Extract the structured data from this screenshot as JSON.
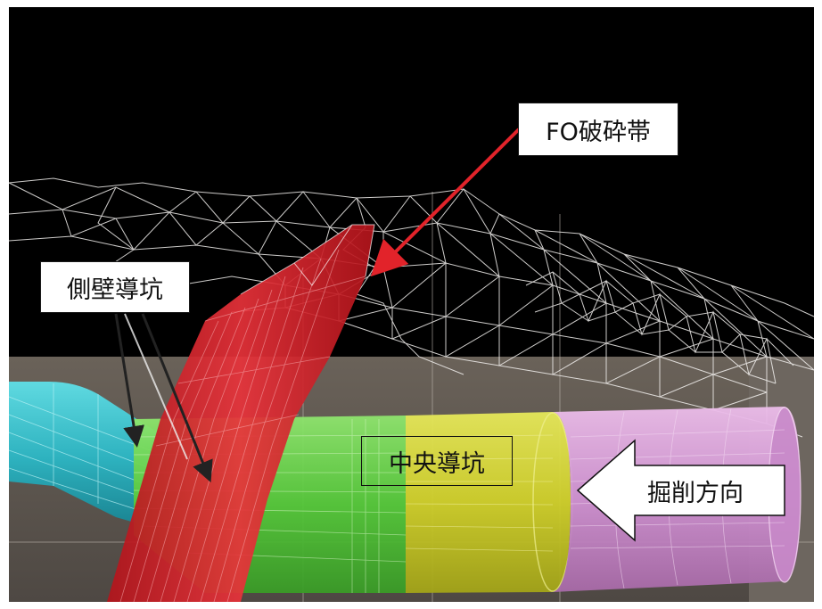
{
  "labels": {
    "fault_zone": "FO破砕帯",
    "side_pilot": "側壁導坑",
    "center_pilot": "中央導坑",
    "excavation_direction": "掘削方向"
  },
  "colors": {
    "sky": "#000000",
    "ground": "#5c554f",
    "cyan_tunnel": "#2fc8d3",
    "green_tunnel": "#5fd04a",
    "yellow_tunnel": "#cfd12c",
    "pink_tunnel": "#d79ad8",
    "fault_zone": "#e0202a",
    "red_arrow": "#e2232a",
    "mesh": "#ffffff"
  }
}
